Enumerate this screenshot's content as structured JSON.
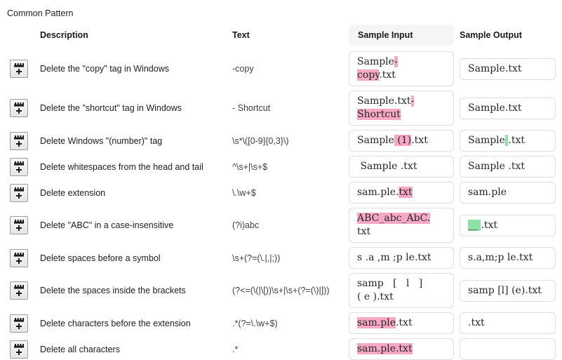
{
  "title": "Common Pattern",
  "header": {
    "description": "Description",
    "text": "Text",
    "sample_input": "Sample Input",
    "sample_output": "Sample Output"
  },
  "colors": {
    "highlight_pink": "#F7A8C4",
    "highlight_green": "#8CE3A5",
    "header_pill_bg": "#f5f5f5",
    "box_border": "#dedede"
  },
  "icon": {
    "name": "add-pattern-icon"
  },
  "rows": [
    {
      "description": "Delete the \"copy\" tag in Windows",
      "text": "-copy",
      "input": [
        {
          "t": "Sample"
        },
        {
          "t": "-",
          "h": "pink"
        },
        {
          "t": "\n"
        },
        {
          "t": "copy",
          "h": "pink"
        },
        {
          "t": ".txt"
        }
      ],
      "output": [
        {
          "t": "Sample.txt"
        }
      ]
    },
    {
      "description": "Delete the \"shortcut\" tag in Windows",
      "text": "- Shortcut",
      "input": [
        {
          "t": "Sample.txt"
        },
        {
          "t": "-",
          "h": "pink"
        },
        {
          "t": "\n"
        },
        {
          "t": "Shortcut",
          "h": "pink"
        }
      ],
      "output": [
        {
          "t": "Sample.txt"
        }
      ]
    },
    {
      "description": "Delete Windows \"(number)\" tag",
      "text": "\\s*\\([0-9]{0,3}\\)",
      "input": [
        {
          "t": "Sample"
        },
        {
          "t": " (1)",
          "h": "pink"
        },
        {
          "t": ".txt"
        }
      ],
      "output": [
        {
          "t": "Sample"
        },
        {
          "t": " ",
          "h": "green"
        },
        {
          "t": ".txt"
        }
      ]
    },
    {
      "description": "Delete whitespaces from the head and tail",
      "text": "^\\s+|\\s+$",
      "input": [
        {
          "t": " Sample .txt "
        }
      ],
      "output": [
        {
          "t": "Sample .txt"
        }
      ]
    },
    {
      "description": "Delete extension",
      "text": "\\.\\w+$",
      "input": [
        {
          "t": "sam.ple."
        },
        {
          "t": "txt",
          "h": "pink"
        }
      ],
      "output": [
        {
          "t": "sam.ple"
        }
      ]
    },
    {
      "description": "Delete \"ABC\" in a case-insensitive",
      "text": "(?i)abc",
      "input": [
        {
          "t": "ABC_abc_AbC.",
          "h": "pink"
        },
        {
          "t": "\ntxt"
        }
      ],
      "output": [
        {
          "t": "__ ",
          "h": "green"
        },
        {
          "t": ".txt"
        }
      ]
    },
    {
      "description": "Delete spaces before a symbol",
      "text": "\\s+(?=(\\.|,|;))",
      "input": [
        {
          "t": "s .a ,m ;p le.txt"
        }
      ],
      "output": [
        {
          "t": "s.a,m;p le.txt"
        }
      ]
    },
    {
      "description": "Delete the spaces inside the brackets",
      "text": "(?<=(\\(|\\[))\\s+|\\s+(?=(\\)|]))",
      "input": [
        {
          "t": "samp   [   l   ]\n( e ).txt"
        }
      ],
      "output": [
        {
          "t": "samp [l] (e).txt"
        }
      ]
    },
    {
      "description": "Delete characters before the extension",
      "text": ".*(?=\\.\\w+$)",
      "input": [
        {
          "t": "sam.ple",
          "h": "pink"
        },
        {
          "t": ".txt"
        }
      ],
      "output": [
        {
          "t": ".txt"
        }
      ]
    },
    {
      "description": "Delete all characters",
      "text": ".*",
      "input": [
        {
          "t": "sam.ple.txt",
          "h": "pink"
        }
      ],
      "output": [
        {
          "t": ""
        }
      ]
    }
  ]
}
